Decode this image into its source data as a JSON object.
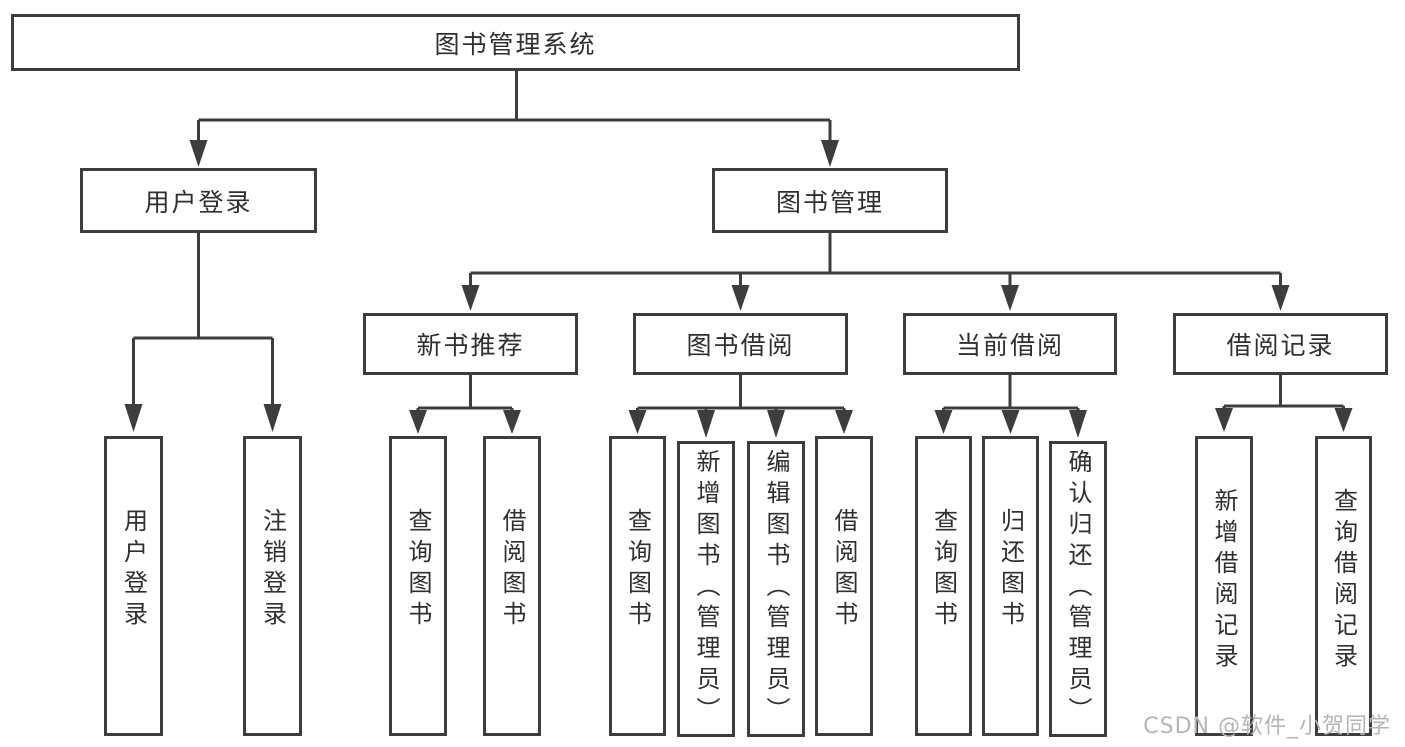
{
  "diagram": {
    "title": "图书管理系统",
    "branches": {
      "user_login": {
        "label": "用户登录",
        "children": {
          "login": "用户登录",
          "logout": "注销登录"
        }
      },
      "book_management": {
        "label": "图书管理",
        "modules": {
          "new_books": {
            "label": "新书推荐",
            "children": {
              "query_books": "查询图书",
              "borrow_books": "借阅图书"
            }
          },
          "book_borrowing": {
            "label": "图书借阅",
            "children": {
              "query_books": "查询图书",
              "add_books": "新增图书（管理员）",
              "edit_books": "编辑图书（管理员）",
              "borrow_books": "借阅图书"
            }
          },
          "current_borrowing": {
            "label": "当前借阅",
            "children": {
              "query_books": "查询图书",
              "return_books": "归还图书",
              "confirm_return": "确认归还（管理员）"
            }
          },
          "borrowing_records": {
            "label": "借阅记录",
            "children": {
              "add_record": "新增借阅记录",
              "query_record": "查询借阅记录"
            }
          }
        }
      }
    },
    "watermark": "CSDN @软件_小贺同学",
    "colors": {
      "line": "#3d3d3d",
      "text": "#2f2f2f",
      "watermark": "#b5b5b5",
      "background": "#ffffff"
    }
  }
}
